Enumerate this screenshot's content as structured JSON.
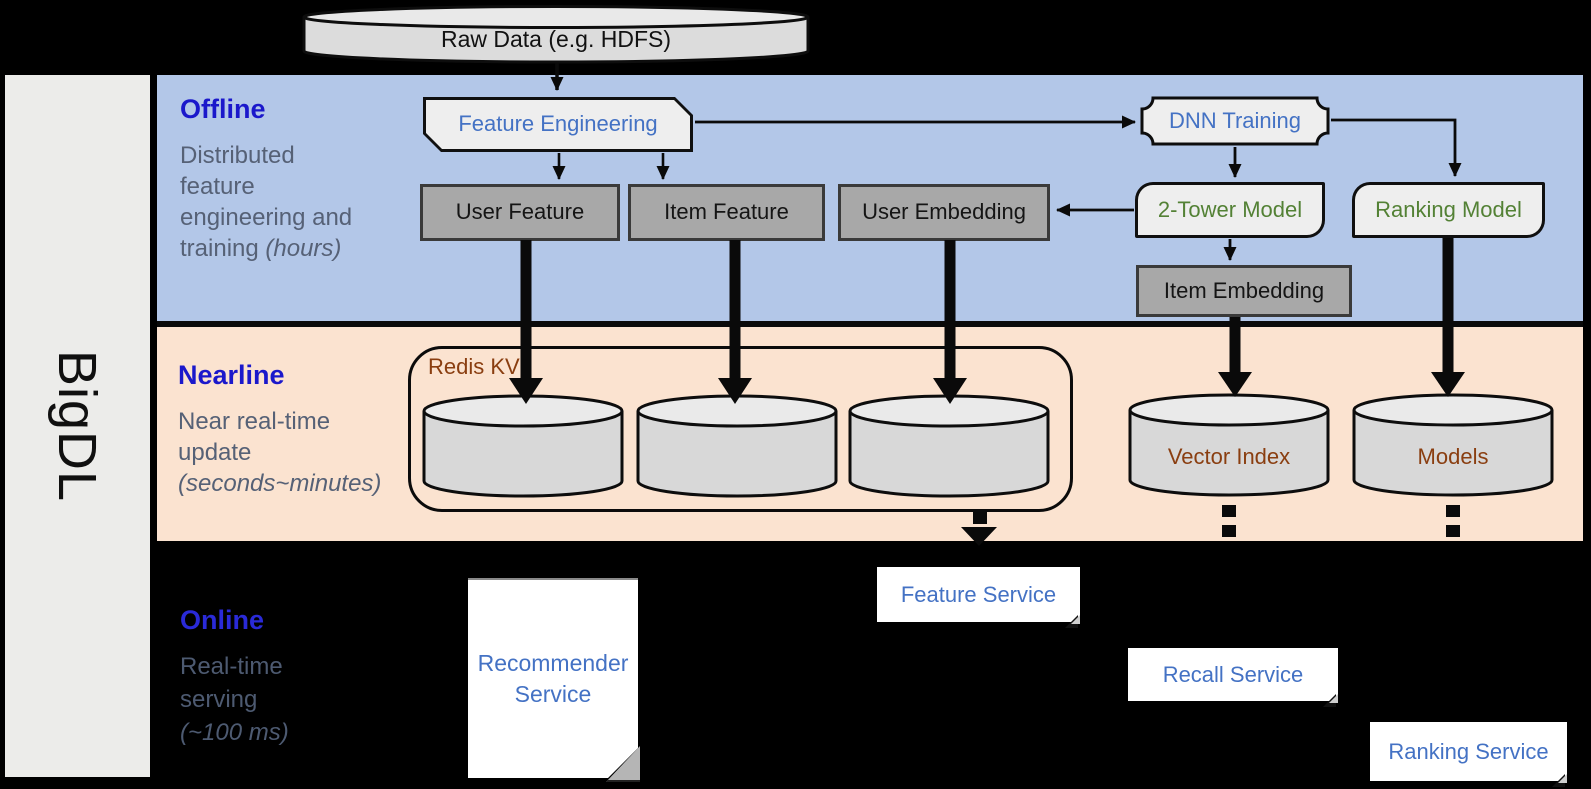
{
  "brand": {
    "label": "BigDL"
  },
  "raw_data": {
    "label": "Raw Data (e.g. HDFS)"
  },
  "offline": {
    "label": "Offline",
    "description": {
      "line1": "Distributed",
      "line2": "feature",
      "line3": "engineering and",
      "line4": "training ",
      "line4_italic": "(hours)"
    },
    "nodes": {
      "feature_engineering": "Feature Engineering",
      "user_feature": "User Feature",
      "item_feature": "Item Feature",
      "user_embedding": "User Embedding",
      "dnn_training": "DNN Training",
      "two_tower_model": "2-Tower Model",
      "ranking_model": "Ranking Model",
      "item_embedding": "Item Embedding"
    }
  },
  "nearline": {
    "label": "Nearline",
    "description": {
      "line1": "Near real-time",
      "line2": "update",
      "line3_italic": "(seconds~minutes)"
    },
    "redis": {
      "label": "Redis KV"
    },
    "stores": {
      "vector_index": "Vector Index",
      "models": "Models"
    }
  },
  "online": {
    "label": "Online",
    "description": {
      "line1": "Real-time",
      "line2": "serving",
      "line3_italic": "(~100 ms)"
    },
    "services": {
      "recommender_line1": "Recommender",
      "recommender_line2": "Service",
      "feature_service": "Feature Service",
      "recall_service": "Recall Service",
      "ranking_service": "Ranking Service"
    }
  },
  "colors": {
    "offline_band": "#b3c7e8",
    "nearline_band": "#fbe3d0",
    "online_band": "#000000",
    "sidebar": "#ececea",
    "section_label_blue": "#1b18cb",
    "description_gray": "#566176",
    "node_blue_text": "#4472c4",
    "node_green_text": "#538135",
    "store_brown_text": "#8a3e10",
    "gray_box_fill": "#a8a8a8",
    "light_box_fill": "#eeeeee",
    "cylinder_fill": "#d8d8d8"
  }
}
